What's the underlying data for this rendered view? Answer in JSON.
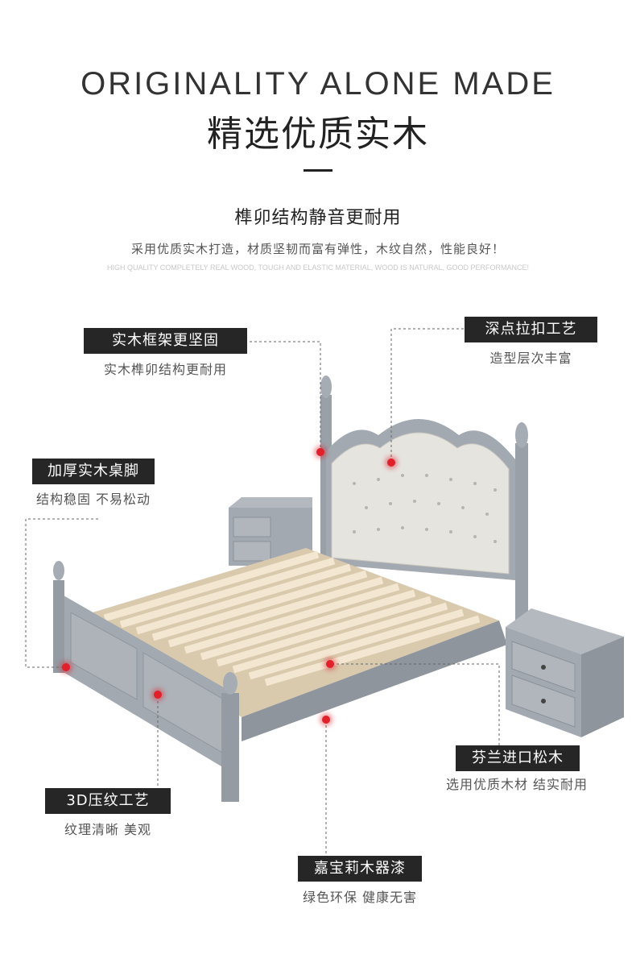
{
  "header": {
    "title_en": "ORIGINALITY ALONE MADE",
    "title_cn": "精选优质实木",
    "subtitle": "榫卯结构静音更耐用",
    "description": "采用优质实木打造，材质坚韧而富有弹性，木纹自然，性能良好！",
    "description_en": "HIGH QUALITY COMPLETELY REAL WOOD, TOUGH AND ELASTIC MATERIAL, WOOD IS NATURAL, GOOD PERFORMANCE!"
  },
  "features": [
    {
      "title": "实木框架更坚固",
      "subtitle": "实木榫卯结构更耐用"
    },
    {
      "title": "深点拉扣工艺",
      "subtitle": "造型层次丰富"
    },
    {
      "title": "加厚实木桌脚",
      "subtitle": "结构稳固 不易松动"
    },
    {
      "title": "芬兰进口松木",
      "subtitle": "选用优质木材 结实耐用"
    },
    {
      "title": "3D压纹工艺",
      "subtitle": "纹理清晰 美观"
    },
    {
      "title": "嘉宝莉木器漆",
      "subtitle": "绿色环保 健康无害"
    }
  ],
  "colors": {
    "tag_bg": "#262626",
    "marker": "#e0202a",
    "bed_gray": "#9aa0a8",
    "slat": "#efe0c8"
  }
}
